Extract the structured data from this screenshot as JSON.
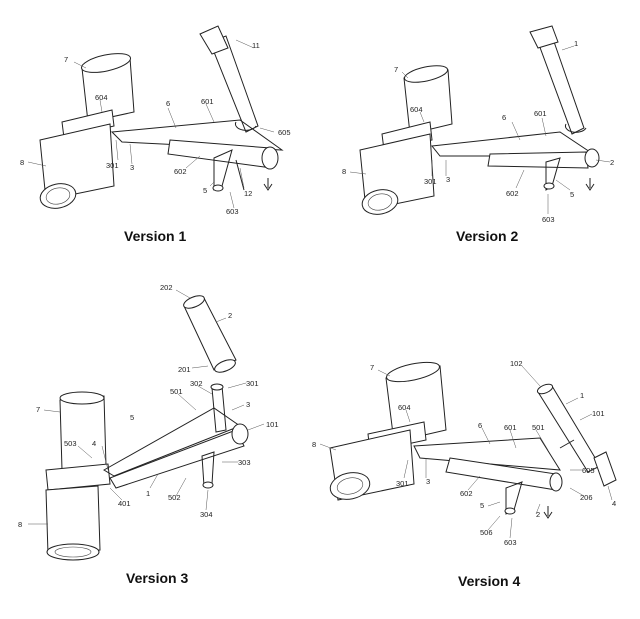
{
  "figure": {
    "versions": [
      {
        "caption": "Version 1",
        "labels": [
          "7",
          "604",
          "6",
          "601",
          "11",
          "605",
          "8",
          "301",
          "3",
          "602",
          "5",
          "12",
          "603"
        ]
      },
      {
        "caption": "Version 2",
        "labels": [
          "1",
          "7",
          "604",
          "6",
          "601",
          "8",
          "301",
          "3",
          "602",
          "5",
          "2",
          "603"
        ]
      },
      {
        "caption": "Version 3",
        "labels": [
          "202",
          "2",
          "201",
          "302",
          "301",
          "501",
          "3",
          "101",
          "7",
          "5",
          "503",
          "4",
          "303",
          "1",
          "502",
          "401",
          "304",
          "8"
        ]
      },
      {
        "caption": "Version 4",
        "labels": [
          "102",
          "7",
          "1",
          "604",
          "101",
          "6",
          "601",
          "501",
          "8",
          "605",
          "301",
          "3",
          "602",
          "206",
          "5",
          "4",
          "506",
          "2",
          "603"
        ]
      }
    ]
  }
}
